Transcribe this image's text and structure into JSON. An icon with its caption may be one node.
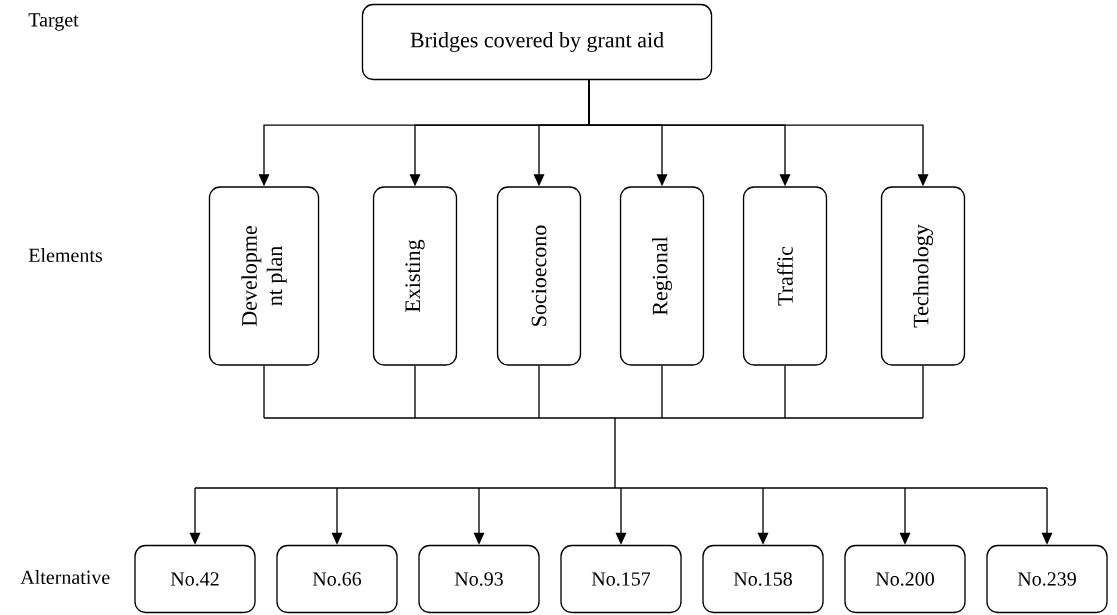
{
  "diagram": {
    "nodes": [
      {
        "text": [
          "Bridges covered by grant aid"
        ]
      },
      {
        "text": [
          "Developme nt plan"
        ]
      },
      {
        "text": [
          "Existing"
        ]
      },
      {
        "text": [
          "Socioecono"
        ]
      },
      {
        "text": [
          "Regional"
        ]
      },
      {
        "text": [
          "Traffic"
        ]
      },
      {
        "text": [
          "Technology"
        ]
      },
      {
        "text": [
          "No.42"
        ]
      },
      {
        "text": [
          "No.66"
        ]
      },
      {
        "text": [
          "No.93"
        ]
      },
      {
        "text": [
          "No.157"
        ]
      },
      {
        "text": [
          "No.158"
        ]
      },
      {
        "text": [
          "No.200"
        ]
      },
      {
        "text": [
          "No.239"
        ]
      }
    ],
    "edges": [
      {
        "from": 0,
        "to": 1,
        "arrow": "to"
      },
      {
        "from": 0,
        "to": 2,
        "arrow": "to"
      },
      {
        "from": 0,
        "to": 3,
        "arrow": "to"
      },
      {
        "from": 0,
        "to": 4,
        "arrow": "to"
      },
      {
        "from": 0,
        "to": 5,
        "arrow": "to"
      },
      {
        "from": 0,
        "to": 6,
        "arrow": "to"
      },
      {
        "from": 1,
        "to": 7,
        "arrow": "to"
      },
      {
        "from": 1,
        "to": 8,
        "arrow": "to"
      },
      {
        "from": 1,
        "to": 9,
        "arrow": "to"
      },
      {
        "from": 1,
        "to": 10,
        "arrow": "to"
      },
      {
        "from": 1,
        "to": 11,
        "arrow": "to"
      },
      {
        "from": 1,
        "to": 12,
        "arrow": "to"
      },
      {
        "from": 1,
        "to": 13,
        "arrow": "to"
      },
      {
        "from": 2,
        "to": 7,
        "arrow": "to"
      },
      {
        "from": 2,
        "to": 8,
        "arrow": "to"
      },
      {
        "from": 2,
        "to": 9,
        "arrow": "to"
      },
      {
        "from": 2,
        "to": 10,
        "arrow": "to"
      },
      {
        "from": 2,
        "to": 11,
        "arrow": "to"
      },
      {
        "from": 2,
        "to": 12,
        "arrow": "to"
      },
      {
        "from": 2,
        "to": 13,
        "arrow": "to"
      },
      {
        "from": 3,
        "to": 7,
        "arrow": "to"
      },
      {
        "from": 3,
        "to": 8,
        "arrow": "to"
      },
      {
        "from": 3,
        "to": 9,
        "arrow": "to"
      },
      {
        "from": 3,
        "to": 10,
        "arrow": "to"
      },
      {
        "from": 3,
        "to": 11,
        "arrow": "to"
      },
      {
        "from": 3,
        "to": 12,
        "arrow": "to"
      },
      {
        "from": 3,
        "to": 13,
        "arrow": "to"
      },
      {
        "from": 4,
        "to": 7,
        "arrow": "to"
      },
      {
        "from": 4,
        "to": 8,
        "arrow": "to"
      },
      {
        "from": 4,
        "to": 9,
        "arrow": "to"
      },
      {
        "from": 4,
        "to": 10,
        "arrow": "to"
      },
      {
        "from": 4,
        "to": 11,
        "arrow": "to"
      },
      {
        "from": 4,
        "to": 12,
        "arrow": "to"
      },
      {
        "from": 4,
        "to": 13,
        "arrow": "to"
      },
      {
        "from": 5,
        "to": 7,
        "arrow": "to"
      },
      {
        "from": 5,
        "to": 8,
        "arrow": "to"
      },
      {
        "from": 5,
        "to": 9,
        "arrow": "to"
      },
      {
        "from": 5,
        "to": 10,
        "arrow": "to"
      },
      {
        "from": 5,
        "to": 11,
        "arrow": "to"
      },
      {
        "from": 5,
        "to": 12,
        "arrow": "to"
      },
      {
        "from": 5,
        "to": 13,
        "arrow": "to"
      },
      {
        "from": 6,
        "to": 7,
        "arrow": "to"
      },
      {
        "from": 6,
        "to": 8,
        "arrow": "to"
      },
      {
        "from": 6,
        "to": 9,
        "arrow": "to"
      },
      {
        "from": 6,
        "to": 10,
        "arrow": "to"
      },
      {
        "from": 6,
        "to": 11,
        "arrow": "to"
      },
      {
        "from": 6,
        "to": 12,
        "arrow": "to"
      },
      {
        "from": 6,
        "to": 13,
        "arrow": "to"
      }
    ],
    "labels": [
      "Target",
      "Elements",
      "Alternative"
    ]
  }
}
